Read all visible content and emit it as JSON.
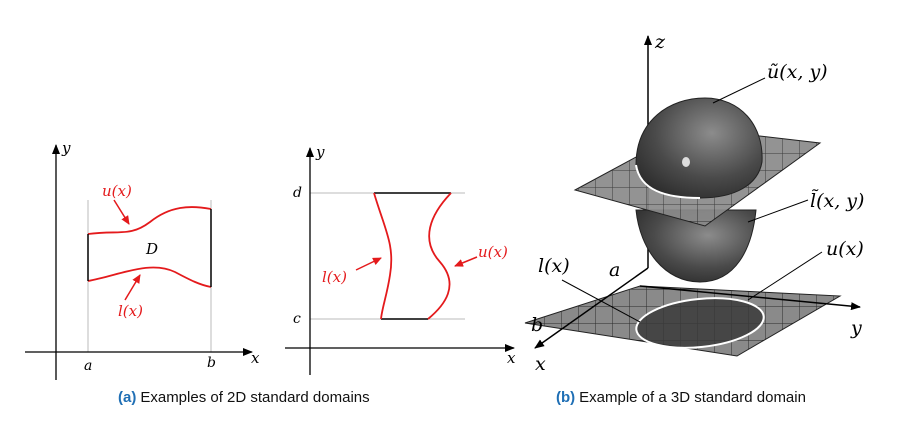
{
  "panel_a": {
    "caption_tag": "(a)",
    "caption_text": "Examples of 2D standard domains",
    "left_plot": {
      "x_axis_label": "x",
      "y_axis_label": "y",
      "upper_curve_label": "u(x)",
      "lower_curve_label": "l(x)",
      "region_label": "D",
      "left_bound_label": "a",
      "right_bound_label": "b"
    },
    "right_plot": {
      "x_axis_label": "x",
      "y_axis_label": "y",
      "left_curve_label": "l(x)",
      "right_curve_label": "u(x)",
      "top_bound_label": "d",
      "bottom_bound_label": "c"
    }
  },
  "panel_b": {
    "caption_tag": "(b)",
    "caption_text": "Example of a 3D standard domain",
    "z_axis_label": "z",
    "y_axis_label": "y",
    "x_axis_label": "x",
    "upper_surface_label": "ũ(x, y)",
    "lower_surface_label": "l̃(x, y)",
    "lower_curve_label": "l(x)",
    "upper_curve_label": "u(x)",
    "a_label": "a",
    "b_label": "b"
  },
  "colors": {
    "curve": "#e41a1c",
    "axis": "#000000",
    "grid_line": "#bbbbbb",
    "caption_tag": "#1f6fb5",
    "plane_fill": "#8a8a8a",
    "solid_fill": "#4a4a4a"
  }
}
